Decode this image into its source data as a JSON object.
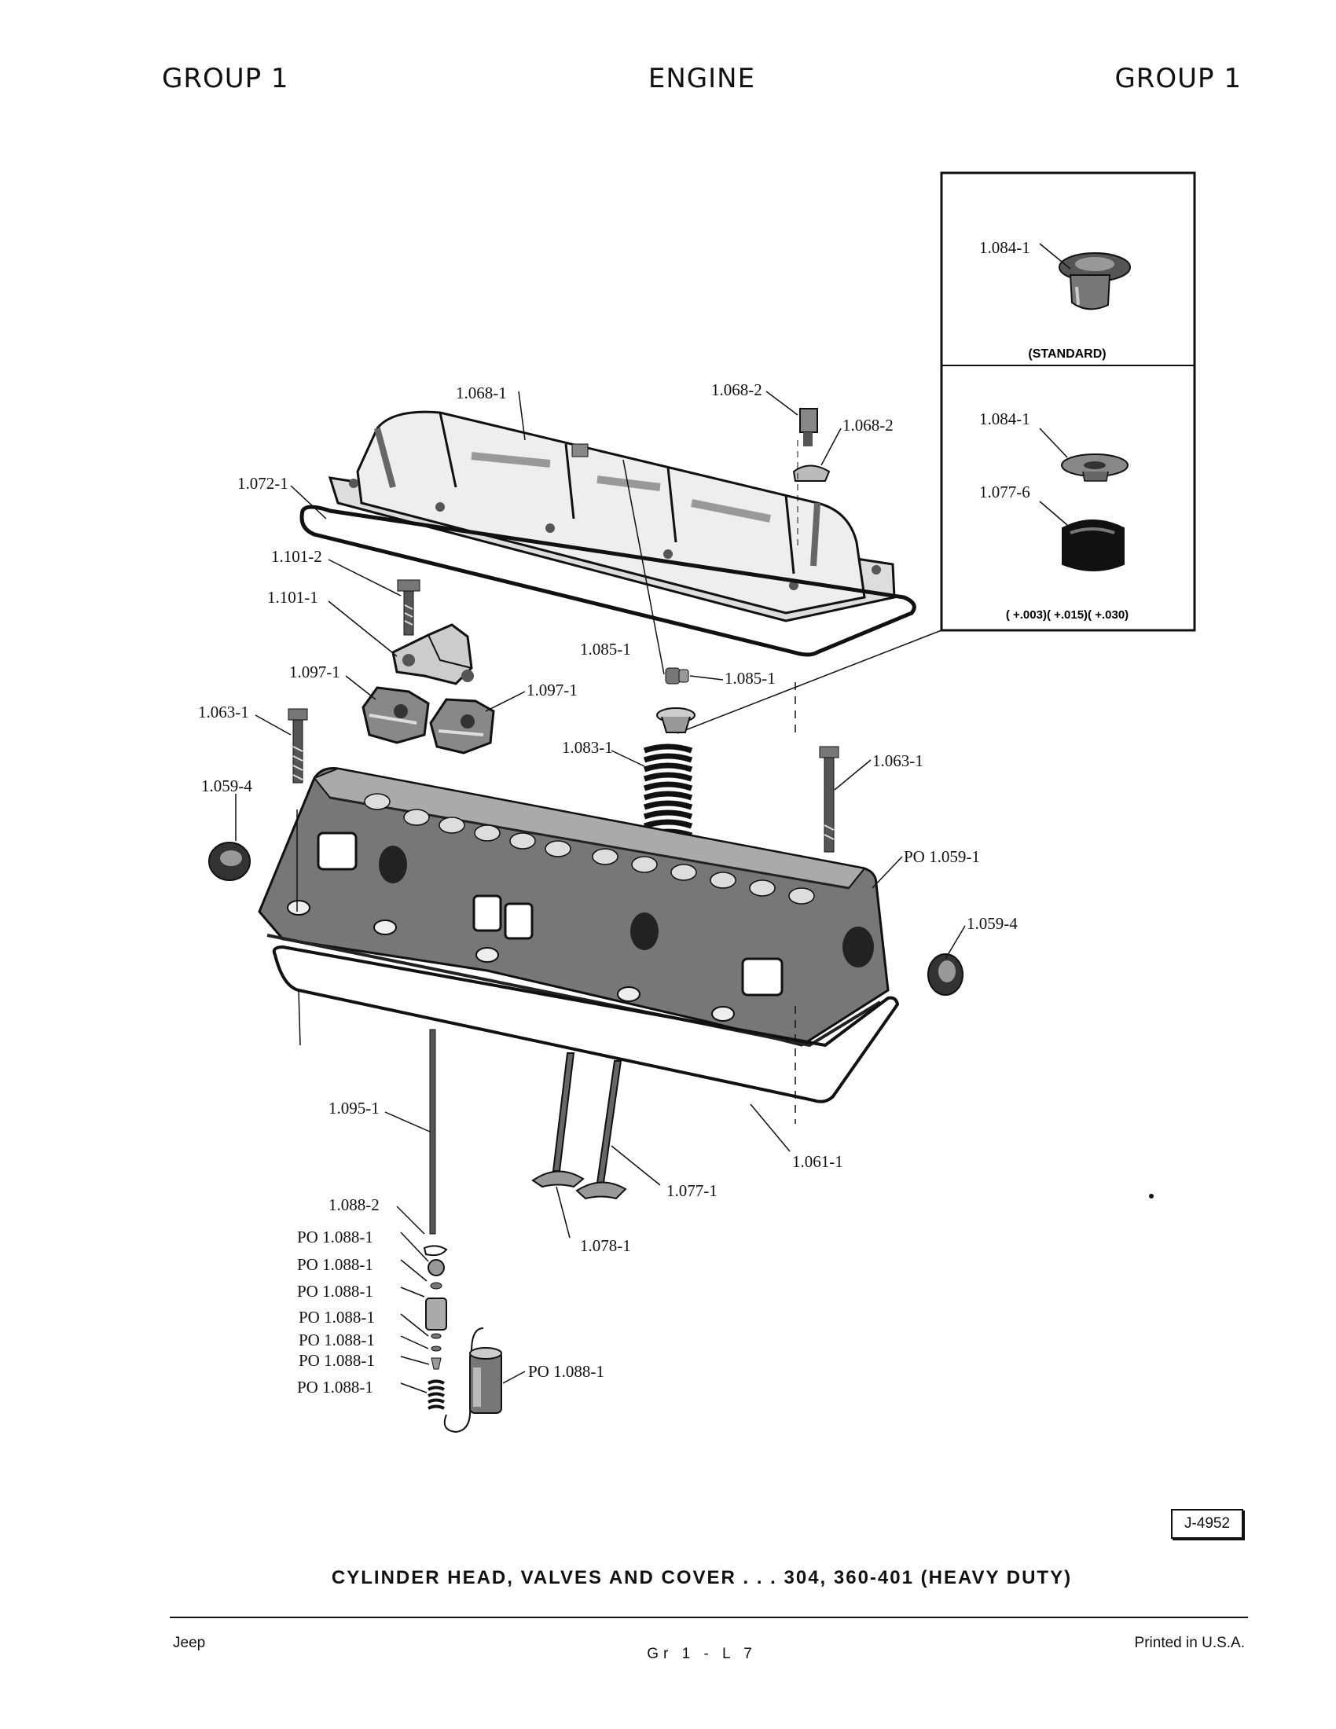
{
  "header": {
    "left": "GROUP 1",
    "center": "ENGINE",
    "right": "GROUP 1"
  },
  "inset": {
    "standard": {
      "part": "1.084-1",
      "caption": "(STANDARD)"
    },
    "oversize": {
      "part_a": "1.084-1",
      "part_b": "1.077-6",
      "caption": "( +.003)( +.015)( +.030)"
    }
  },
  "callouts": {
    "c_1068_1": "1.068-1",
    "c_1068_2a": "1.068-2",
    "c_1068_2b": "1.068-2",
    "c_1072_1": "1.072-1",
    "c_1101_2": "1.101-2",
    "c_1101_1": "1.101-1",
    "c_1097_1a": "1.097-1",
    "c_1097_1b": "1.097-1",
    "c_1063_1a": "1.063-1",
    "c_1063_1b": "1.063-1",
    "c_1059_4a": "1.059-4",
    "c_1059_4b": "1.059-4",
    "c_1085_1a": "1.085-1",
    "c_1085_1b": "1.085-1",
    "c_1083_1": "1.083-1",
    "c_1059_1": "PO  1.059-1",
    "c_1095_1": "1.095-1",
    "c_1061_1": "1.061-1",
    "c_1077_1": "1.077-1",
    "c_1078_1": "1.078-1",
    "c_1088_2": "1.088-2",
    "c_1088_1a": "PO  1.088-1",
    "c_1088_1b": "PO  1.088-1",
    "c_1088_1c": "PO  1.088-1",
    "c_1088_1d": "PO  1.088-1",
    "c_1088_1e": "PO  1.088-1",
    "c_1088_1f": "PO  1.088-1",
    "c_1088_1g": "PO  1.088-1",
    "c_1088_1h": "PO  1.088-1"
  },
  "figure_id": "J-4952",
  "caption": "CYLINDER HEAD, VALVES AND COVER . . . 304,   360-401 (HEAVY DUTY)",
  "footer": {
    "left": "Jeep",
    "center": "Gr 1 - L 7",
    "right": "Printed  in U.S.A."
  }
}
